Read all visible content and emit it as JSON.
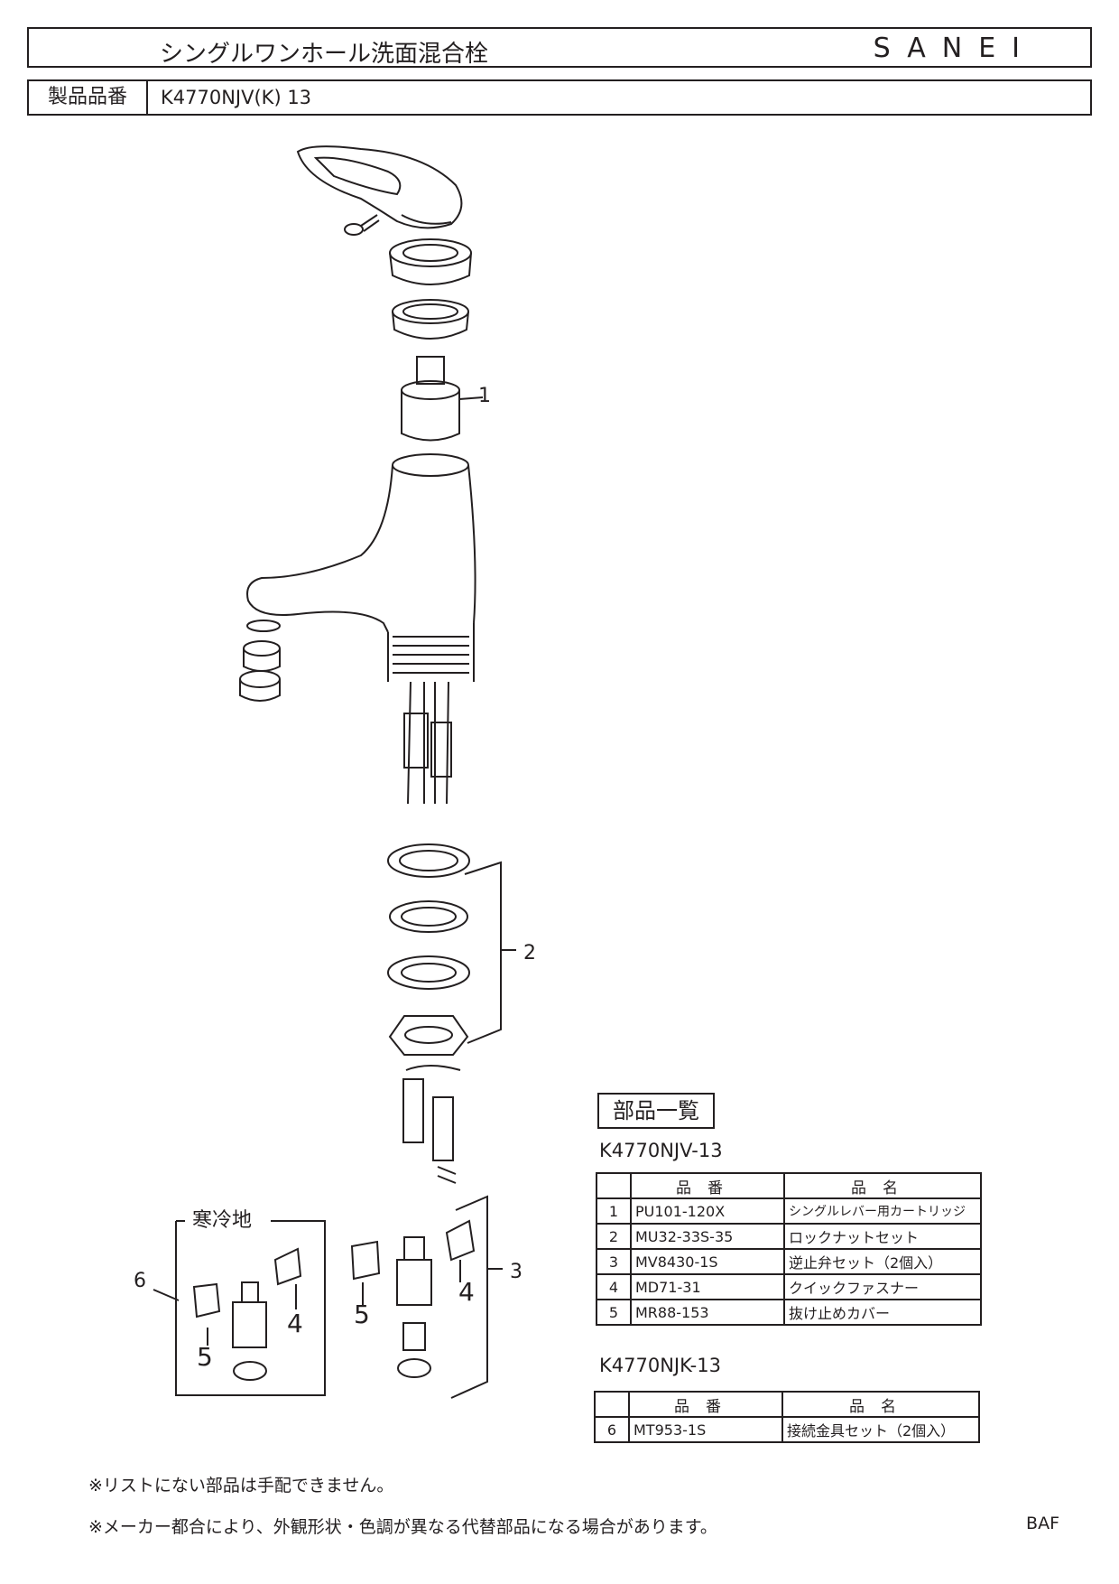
{
  "header": {
    "title": "シングルワンホール洗面混合栓",
    "brand": "SANEI"
  },
  "model_bar": {
    "label": "製品品番",
    "value": "K4770NJV(K)  13"
  },
  "diagram": {
    "callouts": [
      "1",
      "2",
      "3",
      "4",
      "5",
      "6",
      "4",
      "5"
    ],
    "cold_region_label": "寒冷地"
  },
  "parts_list": {
    "heading": "部品一覧",
    "table1": {
      "model": "K4770NJV-13",
      "col_code": "品番",
      "col_name": "品名",
      "rows": [
        {
          "no": "1",
          "code": "PU101-120X",
          "name": "シングルレバー用カートリッジ"
        },
        {
          "no": "2",
          "code": "MU32-33S-35",
          "name": "ロックナットセット"
        },
        {
          "no": "3",
          "code": "MV8430-1S",
          "name": "逆止弁セット（2個入）"
        },
        {
          "no": "4",
          "code": "MD71-31",
          "name": "クイックファスナー"
        },
        {
          "no": "5",
          "code": "MR88-153",
          "name": "抜け止めカバー"
        }
      ]
    },
    "table2": {
      "model": "K4770NJK-13",
      "col_code": "品番",
      "col_name": "品名",
      "rows": [
        {
          "no": "6",
          "code": "MT953-1S",
          "name": "接続金具セット（2個入）"
        }
      ]
    }
  },
  "notes": [
    "※リストにない部品は手配できません。",
    "※メーカー都合により、外観形状・色調が異なる代替部品になる場合があります。"
  ],
  "footer_code": "BAF"
}
